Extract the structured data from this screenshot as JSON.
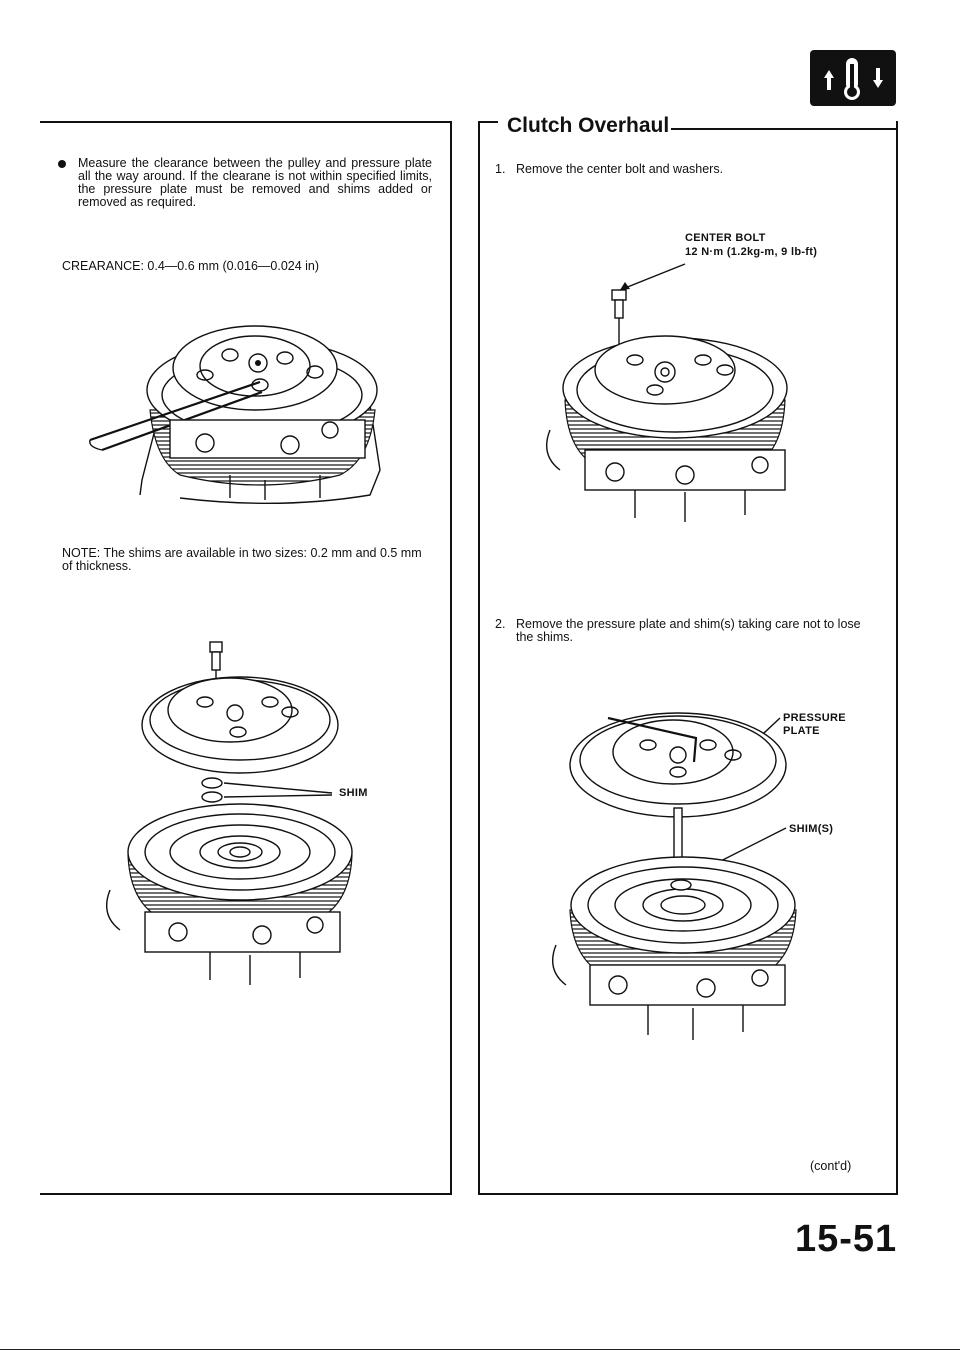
{
  "left": {
    "paragraph": "Measure the clearance between the pulley and pressure plate all the way around. If the clearane is not within specified limits, the pressure plate must be removed and shims added or removed as required.",
    "clearance": "CREARANCE: 0.4—0.6 mm (0.016—0.024 in)",
    "note": "NOTE: The shims are available in two sizes: 0.2 mm and 0.5 mm of thickness.",
    "shim_label": "SHIM"
  },
  "right": {
    "title": "Clutch Overhaul",
    "step1_num": "1.",
    "step1_text": "Remove the center bolt and washers.",
    "center_bolt_label": "CENTER BOLT",
    "center_bolt_torque": "12 N·m (1.2kg-m, 9 lb-ft)",
    "step2_num": "2.",
    "step2_text": "Remove the pressure plate and shim(s) taking care not to lose the shims.",
    "pressure_plate_label_1": "PRESSURE",
    "pressure_plate_label_2": "PLATE",
    "shims_label": "SHIM(S)",
    "contd": "(cont'd)"
  },
  "page_number": "15-51",
  "section_icon": "thermometer-arrows-icon"
}
